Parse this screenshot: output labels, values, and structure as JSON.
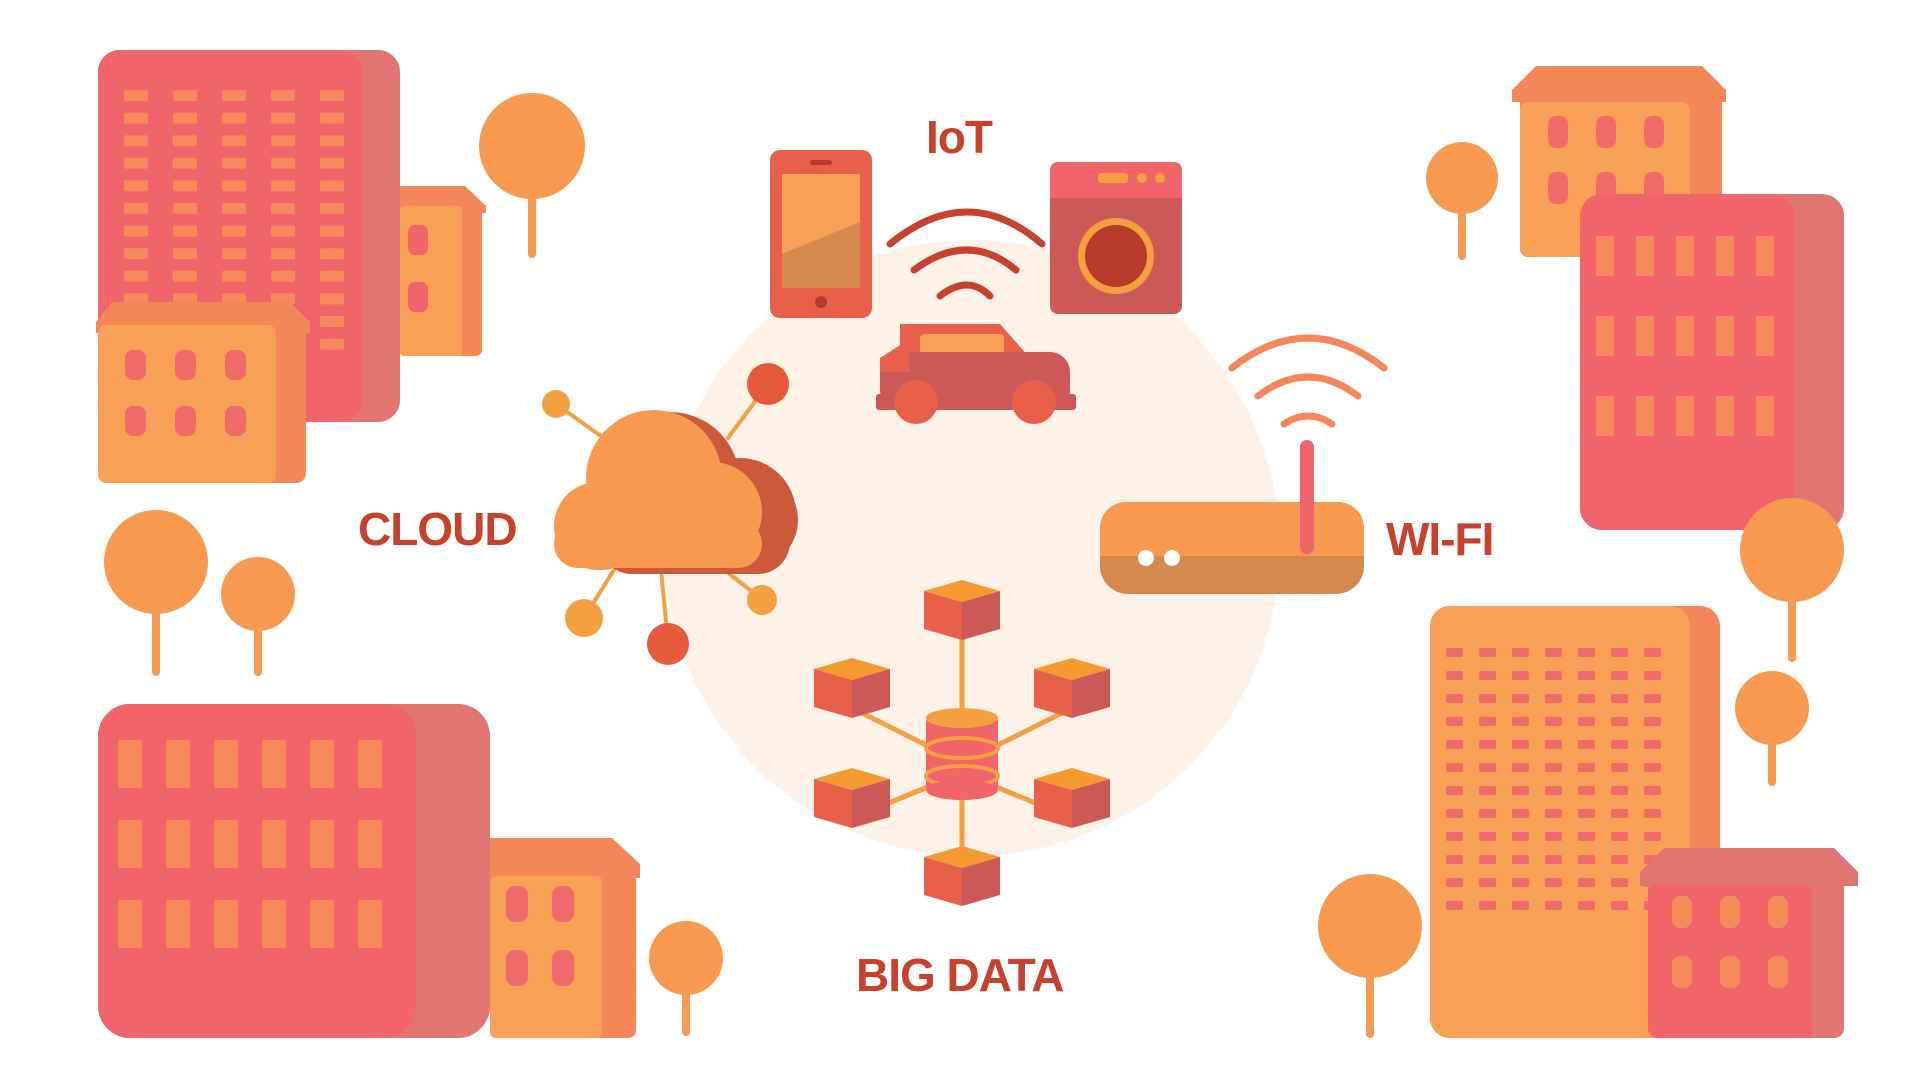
{
  "labels": {
    "iot": "IoT",
    "cloud": "CLOUD",
    "wifi": "WI-FI",
    "big_data": "BIG DATA"
  },
  "colors": {
    "label_text": "#c8412c",
    "building_red": "#f0646a",
    "building_red_shade": "#e27472",
    "building_orange": "#f8a055",
    "building_orange_shade": "#f3875a",
    "window_red_building": "#f68a5a",
    "window_orange_building": "#f06a6a",
    "tree": "#f79a50",
    "center_circle": "#fdf1e8",
    "device_dark": "#c84a3c",
    "accent_dark_red": "#b83a2c",
    "cube_top": "#f59a30",
    "cube_left": "#e8604a",
    "cube_right": "#cc5858",
    "connector": "#f5a040",
    "node_red": "#e55a3a"
  },
  "icons": [
    "office-building-icon",
    "tree-icon",
    "smartphone-icon",
    "washing-machine-icon",
    "car-icon",
    "wifi-signal-icon",
    "cloud-network-icon",
    "wifi-router-icon",
    "big-data-cubes-icon",
    "database-icon"
  ]
}
